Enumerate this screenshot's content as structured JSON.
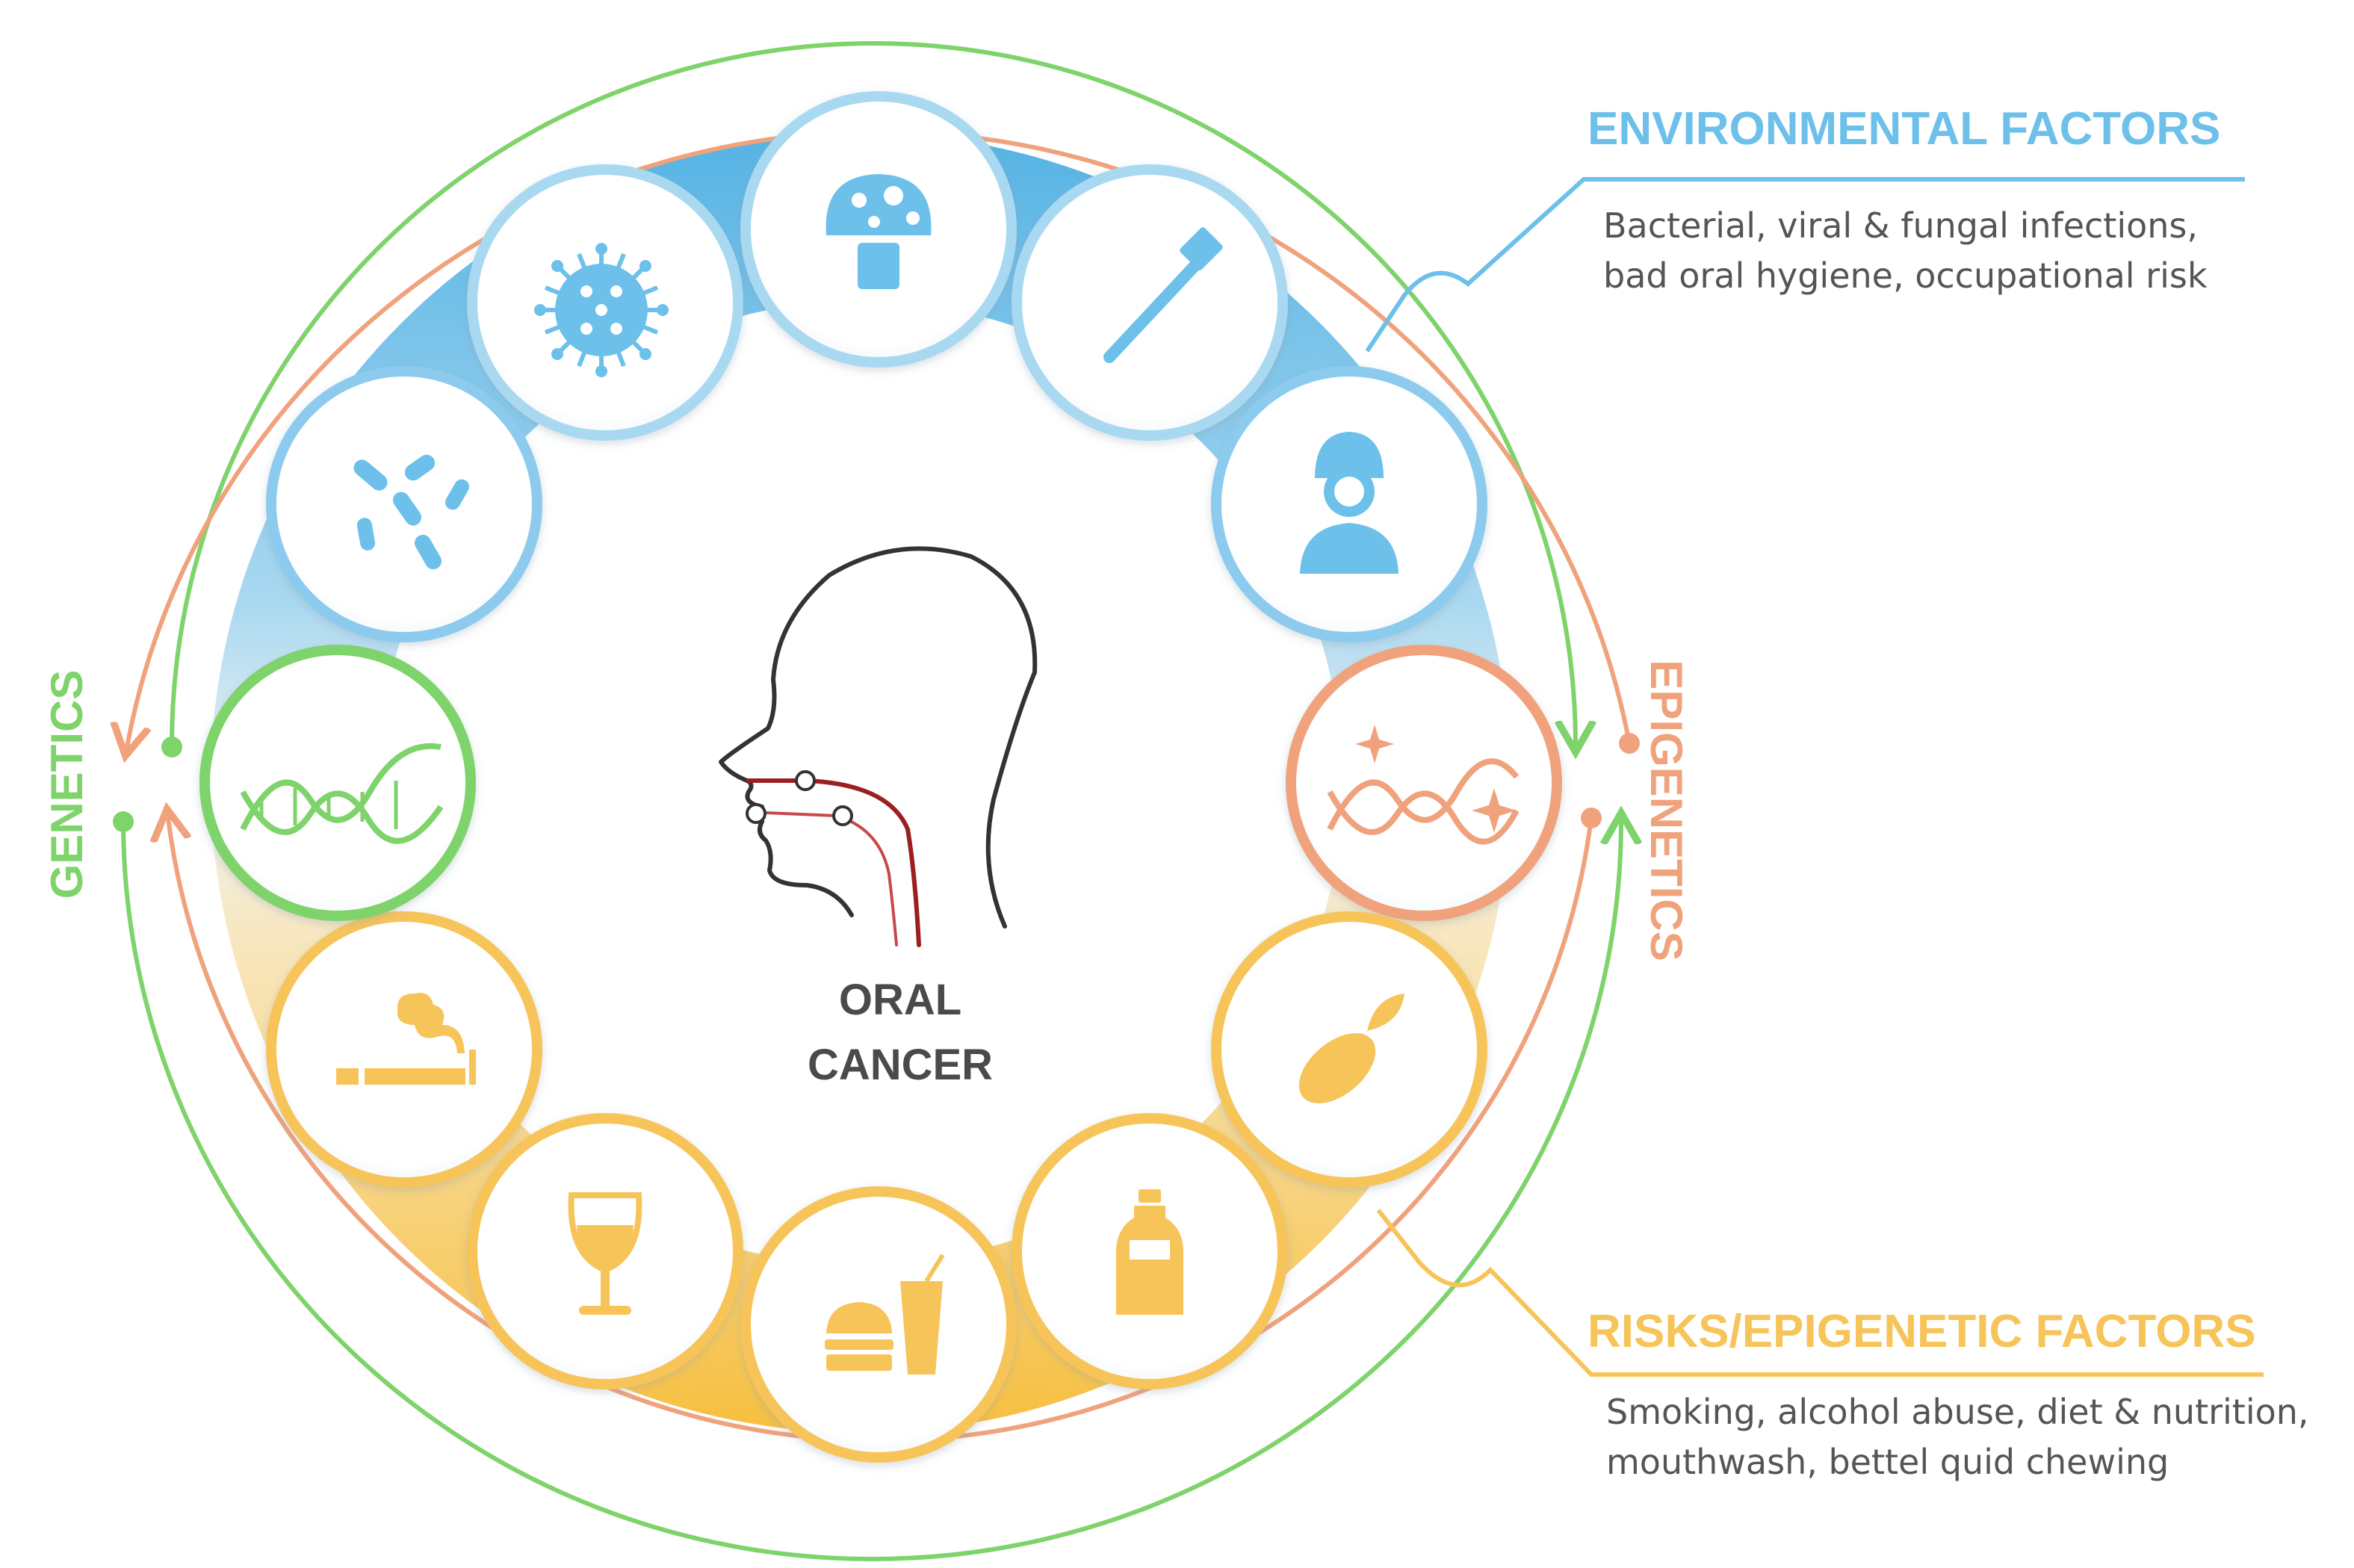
{
  "center": {
    "line1": "ORAL",
    "line2": "CANCER"
  },
  "labels": {
    "genetics": "GENETICS",
    "epigenetics": "EPIGENETICS"
  },
  "environmental": {
    "title": "ENVIRONMENTAL FACTORS",
    "line1": "Bacterial, viral & fungal infections,",
    "line2": "bad oral hygiene, occupational risk"
  },
  "risks": {
    "title": "RISKS/EPIGENETIC FACTORS",
    "line1": "Smoking, alcohol abuse, diet & nutrition,",
    "line2": "mouthwash, bettel quid chewing"
  },
  "icons": [
    {
      "name": "fungus-icon",
      "group": "environmental"
    },
    {
      "name": "toothbrush-icon",
      "group": "environmental"
    },
    {
      "name": "worker-icon",
      "group": "environmental"
    },
    {
      "name": "epigenetic-dna-icon",
      "group": "epigenetics"
    },
    {
      "name": "nut-leaf-icon",
      "group": "risks"
    },
    {
      "name": "bottle-icon",
      "group": "risks"
    },
    {
      "name": "fast-food-icon",
      "group": "risks"
    },
    {
      "name": "wine-glass-icon",
      "group": "risks"
    },
    {
      "name": "cigarette-icon",
      "group": "risks"
    },
    {
      "name": "genetic-dna-icon",
      "group": "genetics"
    },
    {
      "name": "bacteria-icon",
      "group": "environmental"
    },
    {
      "name": "virus-icon",
      "group": "environmental"
    }
  ],
  "colors": {
    "environmental": "#6cc0ea",
    "risks": "#f7c45a",
    "genetics": "#7ed36a",
    "epigenetics": "#f0a27c",
    "text": "#555555",
    "center_text": "#4a4a4a"
  }
}
